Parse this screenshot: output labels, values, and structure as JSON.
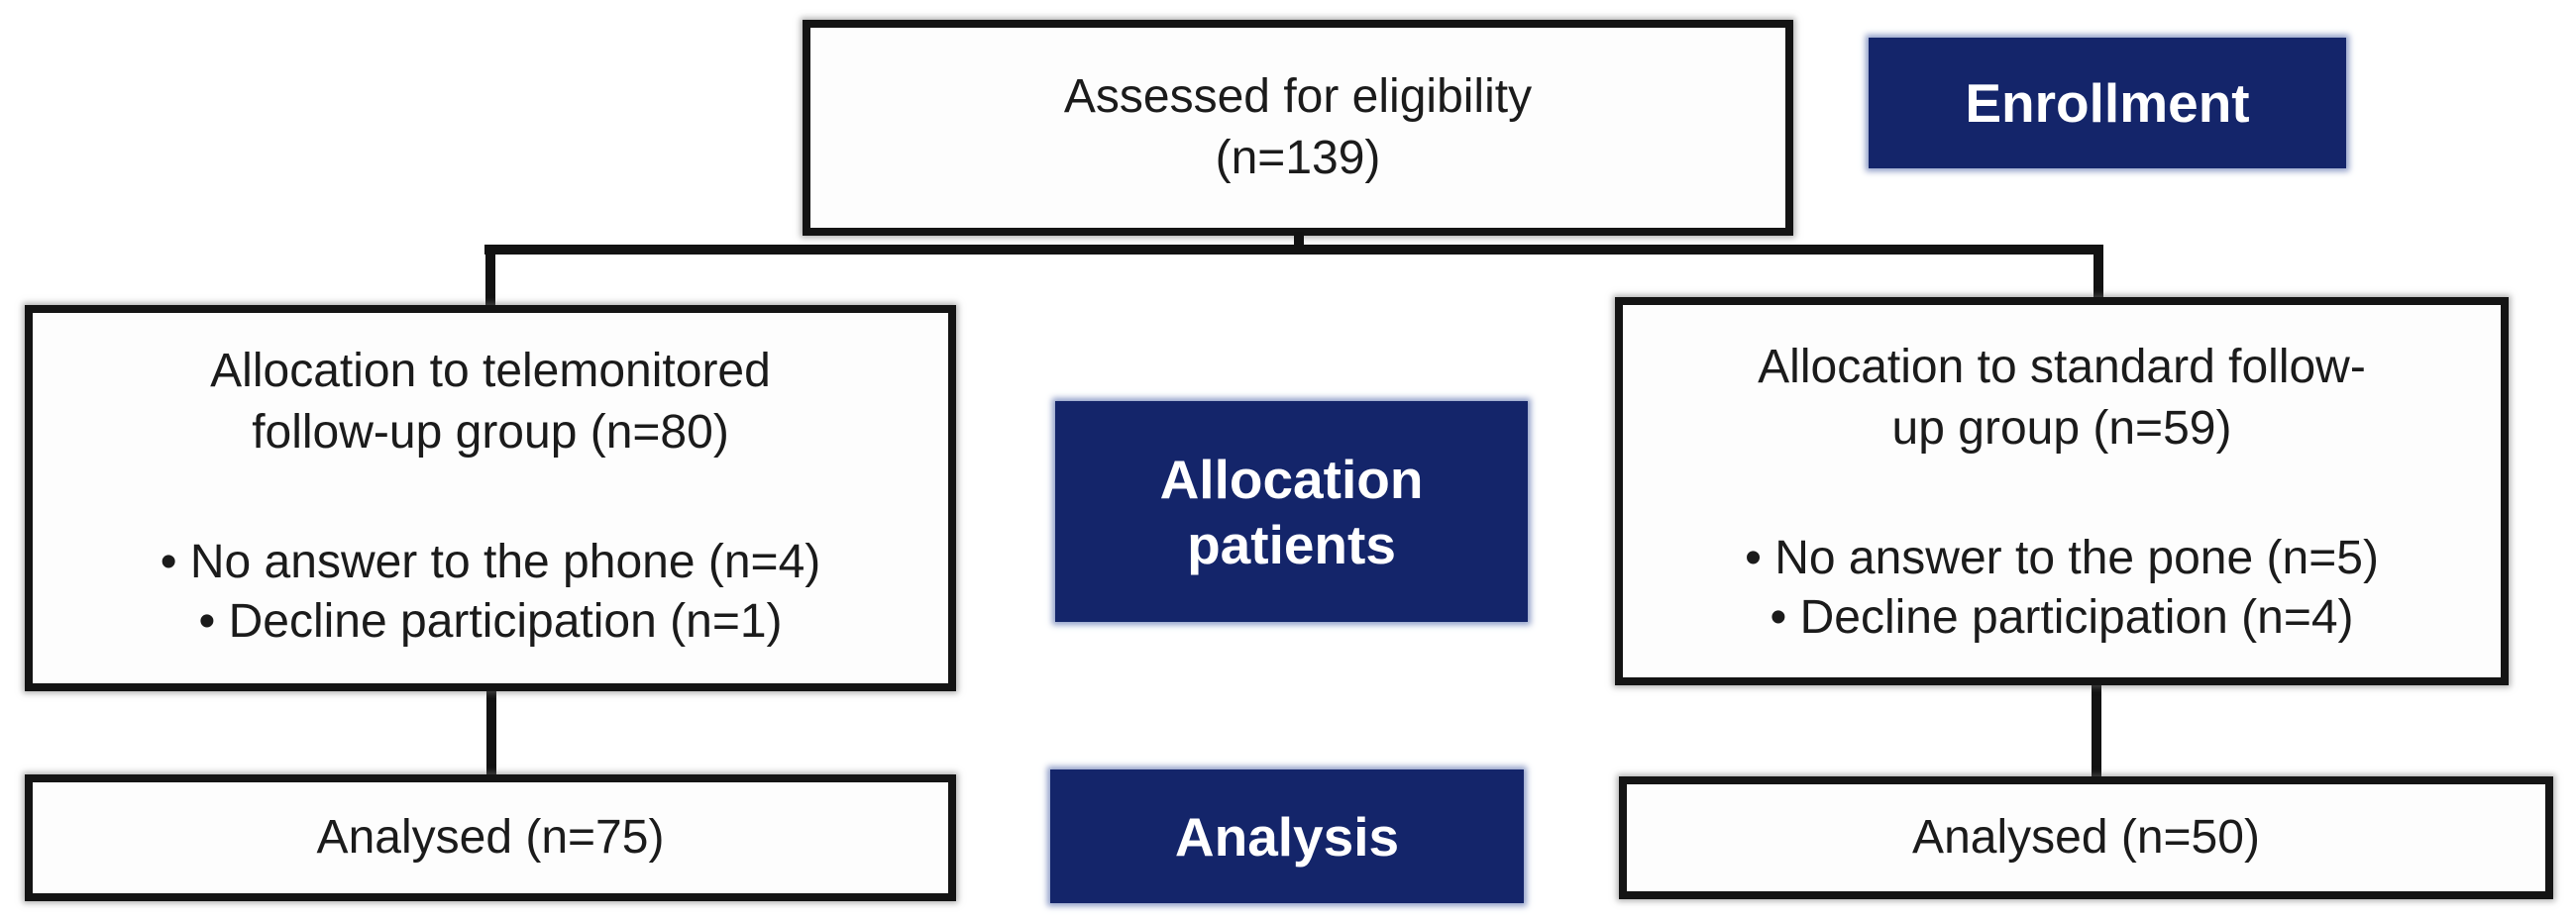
{
  "colors": {
    "stage_fill": "#14256a",
    "stage_text": "#ffffff",
    "box_fill": "#fdfdfd",
    "box_border": "#141414",
    "box_text": "#1b1b1b",
    "connector": "#121212"
  },
  "stages": {
    "enrollment_label": "Enrollment",
    "allocation_label": "Allocation patients",
    "analysis_label": "Analysis"
  },
  "boxes": {
    "assessed": {
      "lines": [
        "Assessed for eligibility",
        "(n=139)"
      ]
    },
    "telemonitored_allocation": {
      "title_lines": [
        "Allocation to telemonitored",
        "follow-up group (n=80)"
      ],
      "bullets": [
        "• No answer to the phone (n=4)",
        "• Decline participation (n=1)"
      ]
    },
    "standard_allocation": {
      "title_lines": [
        "Allocation to standard follow-",
        "up group (n=59)"
      ],
      "bullets": [
        "• No answer to the pone (n=5)",
        "• Decline participation (n=4)"
      ]
    },
    "telemonitored_analysed": {
      "label": "Analysed (n=75)"
    },
    "standard_analysed": {
      "label": "Analysed (n=50)"
    }
  }
}
